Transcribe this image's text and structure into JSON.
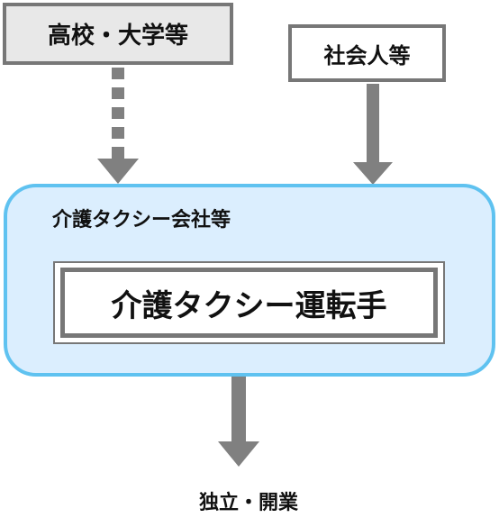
{
  "diagram": {
    "sources": {
      "school": {
        "label": "高校・大学等",
        "link_style": "dashed"
      },
      "working_adults": {
        "label": "社会人等",
        "link_style": "solid"
      }
    },
    "company": {
      "label": "介護タクシー会社等",
      "role": {
        "label": "介護タクシー運転手"
      }
    },
    "outcome": {
      "label": "独立・開業"
    },
    "colors": {
      "arrow": "#808080",
      "box_border": "#777777",
      "school_fill": "#e8e8e8",
      "company_fill": "#dbeefe",
      "company_border": "#5fc2f0"
    }
  }
}
